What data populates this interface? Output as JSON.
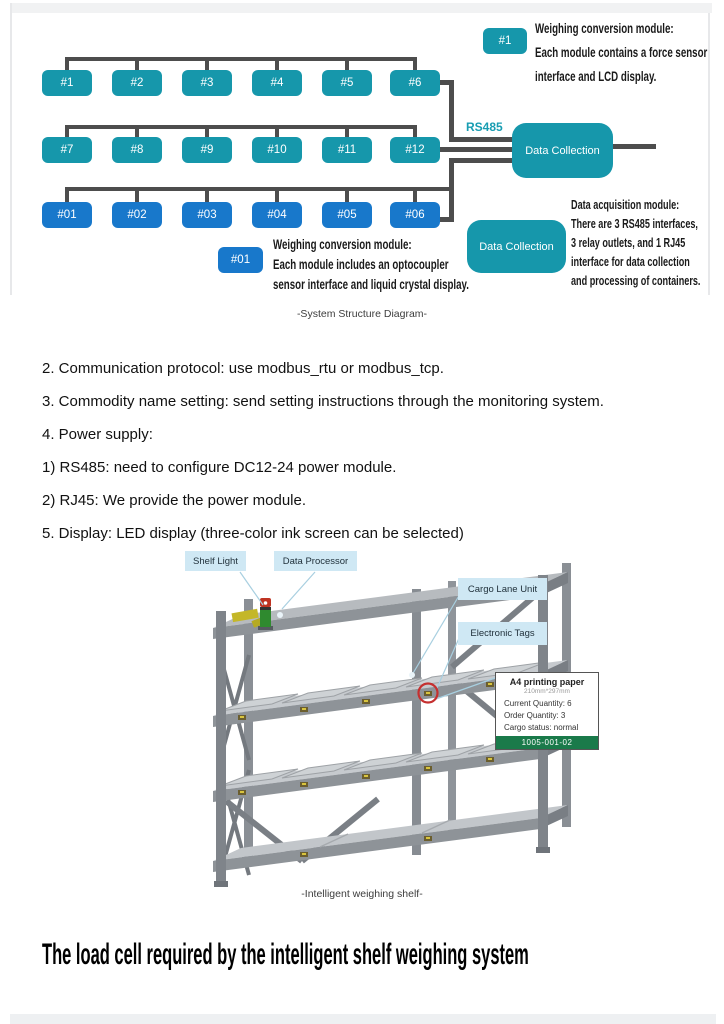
{
  "captions": {
    "diagram": "-System Structure Diagram-",
    "shelf": "-Intelligent weighing shelf-"
  },
  "heading": "The load cell required by the intelligent shelf weighing system",
  "diagram": {
    "rows": [
      {
        "labels": [
          "#1",
          "#2",
          "#3",
          "#4",
          "#5",
          "#6"
        ]
      },
      {
        "labels": [
          "#7",
          "#8",
          "#9",
          "#10",
          "#11",
          "#12"
        ]
      },
      {
        "labels": [
          "#01",
          "#02",
          "#03",
          "#04",
          "#05",
          "#06"
        ]
      }
    ],
    "rs485": "RS485",
    "dc1": "Data Collection",
    "dc2": "Data Collection",
    "legend_top": {
      "box": "#1",
      "lines": [
        "Weighing conversion module:",
        "Each module contains a force sensor",
        "interface and LCD display."
      ]
    },
    "legend_bottom": {
      "box": "#01",
      "lines": [
        "Weighing conversion module:",
        "Each module includes an optocoupler",
        "sensor interface and liquid crystal display."
      ]
    },
    "note": [
      "Data acquisition module:",
      "There are 3 RS485 interfaces,",
      "3 relay outlets, and 1 RJ45",
      "interface for data collection",
      "and processing of containers."
    ],
    "colors": {
      "module_teal": "#1697ab",
      "module_blue": "#1878cb",
      "wire": "#4d4d4d",
      "rs485_text": "#189db2"
    }
  },
  "body_list": [
    "2. Communication protocol: use modbus_rtu or modbus_tcp.",
    "3. Commodity name setting: send setting instructions through the monitoring system.",
    "4. Power supply:",
    "1) RS485: need to configure DC12-24 power module.",
    "2) RJ45: We provide the power module.",
    "5. Display: LED display (three-color ink screen can be selected)"
  ],
  "shelf": {
    "labels": [
      "Shelf Light",
      "Data Processor",
      "Cargo Lane Unit",
      "Electronic Tags"
    ],
    "card": {
      "title": "A4 printing paper",
      "subtitle": "210mm*297mm",
      "lines": [
        "Current Quantity:  6",
        "Order Quantity:  3",
        "Cargo status:  normal"
      ],
      "code": "1005-001-02",
      "code_color": "#1a7a4a"
    }
  }
}
